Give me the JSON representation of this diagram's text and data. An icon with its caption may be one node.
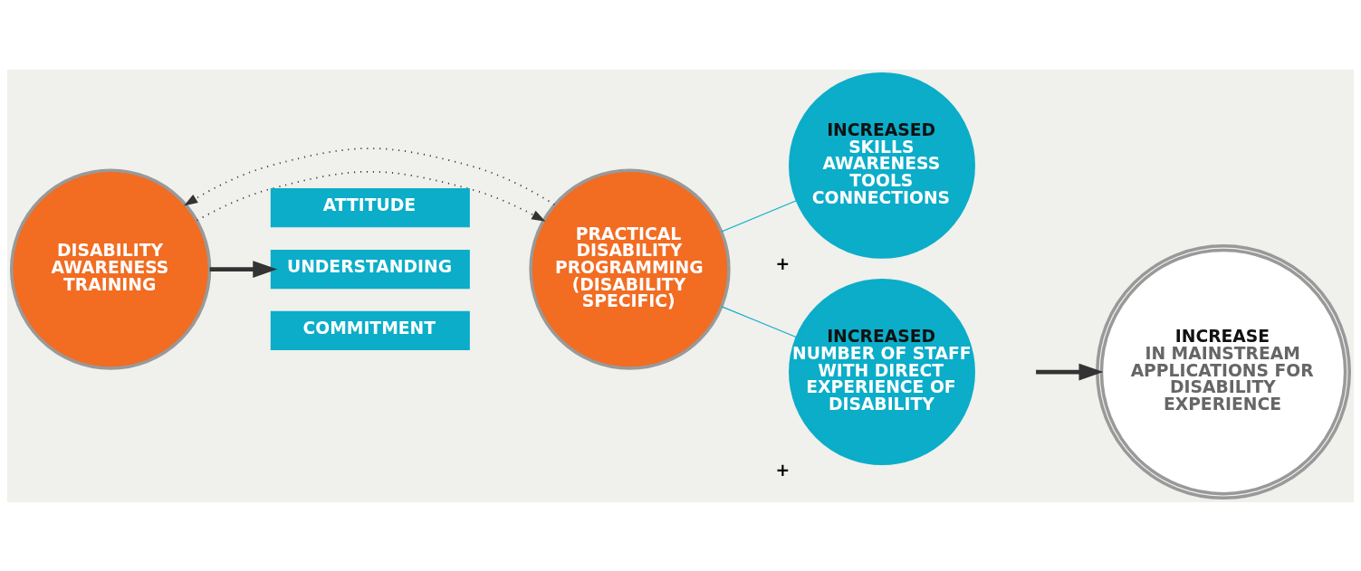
{
  "diagram": {
    "nodes": [
      {
        "text": [
          "DISABILITY AWARENESS TRAINING"
        ]
      },
      {
        "text": [
          "ATTITUDE"
        ]
      },
      {
        "text": [
          "UNDERSTANDING"
        ]
      },
      {
        "text": [
          "COMMITMENT"
        ]
      },
      {
        "text": [
          "PRACTICAL DISABILITY PROGRAMMING (DISABILITY SPECIFIC)"
        ]
      },
      {
        "text": [
          "INCREASED",
          "SKILLS AWARENESS TOOLS CONNECTIONS"
        ],
        "beside": [
          "+"
        ]
      },
      {
        "text": [
          "INCREASED",
          "NUMBER OF STAFF WITH DIRECT EXPERIENCE OF DISABILITY"
        ],
        "beside": [
          "+"
        ]
      },
      {
        "text": [
          "INCREASE",
          "IN MAINSTREAM APPLICATIONS FOR DISABILITY EXPERIENCE"
        ]
      }
    ],
    "edges": [
      {
        "from": 0,
        "to": 4,
        "arrow": "to",
        "style": "dashed"
      },
      {
        "from": 4,
        "to": 0,
        "arrow": "to",
        "style": "dashed"
      },
      {
        "from": 0,
        "to": 2,
        "arrow": "to",
        "style": "thick"
      },
      {
        "from": 4,
        "to": 5,
        "arrow": "none",
        "color": "#0badc9"
      },
      {
        "from": 4,
        "to": 6,
        "arrow": "none",
        "color": "#0badc9"
      },
      {
        "from": null,
        "to": 7,
        "arrow": "to",
        "style": "thick"
      }
    ]
  }
}
